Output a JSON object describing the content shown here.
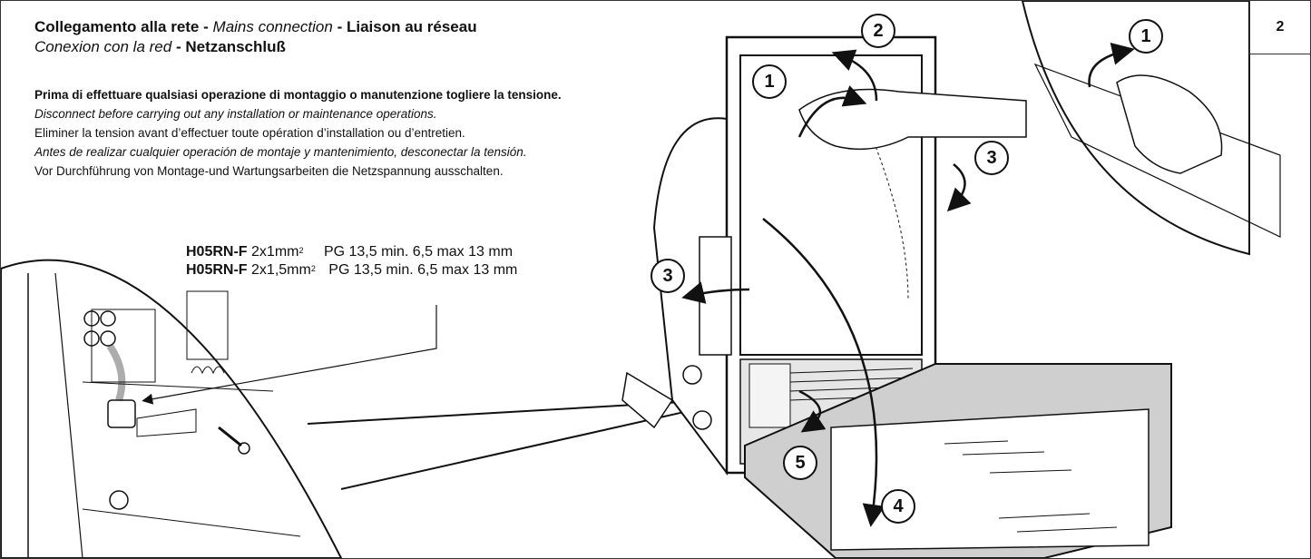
{
  "title": {
    "line1_it": "Collegamento alla rete",
    "line1_en": "Mains connection",
    "line1_fr": "Liaison au réseau",
    "line2_es": "Conexion con la red",
    "line2_de": "Netzanschluß",
    "separator": "-"
  },
  "notes": {
    "it": "Prima di effettuare qualsiasi operazione di montaggio o manutenzione togliere la tensione.",
    "en": "Disconnect before carrying out any installation or maintenance operations.",
    "fr": "Eliminer la tension avant  d’effectuer toute opération d’installation ou d’entretien.",
    "es": "Antes de realizar cualquier operación de montaje y mantenimiento, desconectar la tensión.",
    "de": "Vor Durchführung von Montage-und Wartungsarbeiten die Netzspannung ausschalten."
  },
  "cables": [
    {
      "type": "H05RN-F",
      "section": "2x1mm",
      "sup": "2",
      "spec": "PG 13,5 min. 6,5 max 13 mm"
    },
    {
      "type": "H05RN-F",
      "section": "2x1,5mm",
      "sup": "2",
      "spec": "PG 13,5 min. 6,5 max 13 mm"
    }
  ],
  "page_number": "2",
  "callouts": {
    "c1_main": "1",
    "c2": "2",
    "c3_right": "3",
    "c3_left": "3",
    "c4": "4",
    "c5": "5",
    "c1_detail": "1"
  }
}
